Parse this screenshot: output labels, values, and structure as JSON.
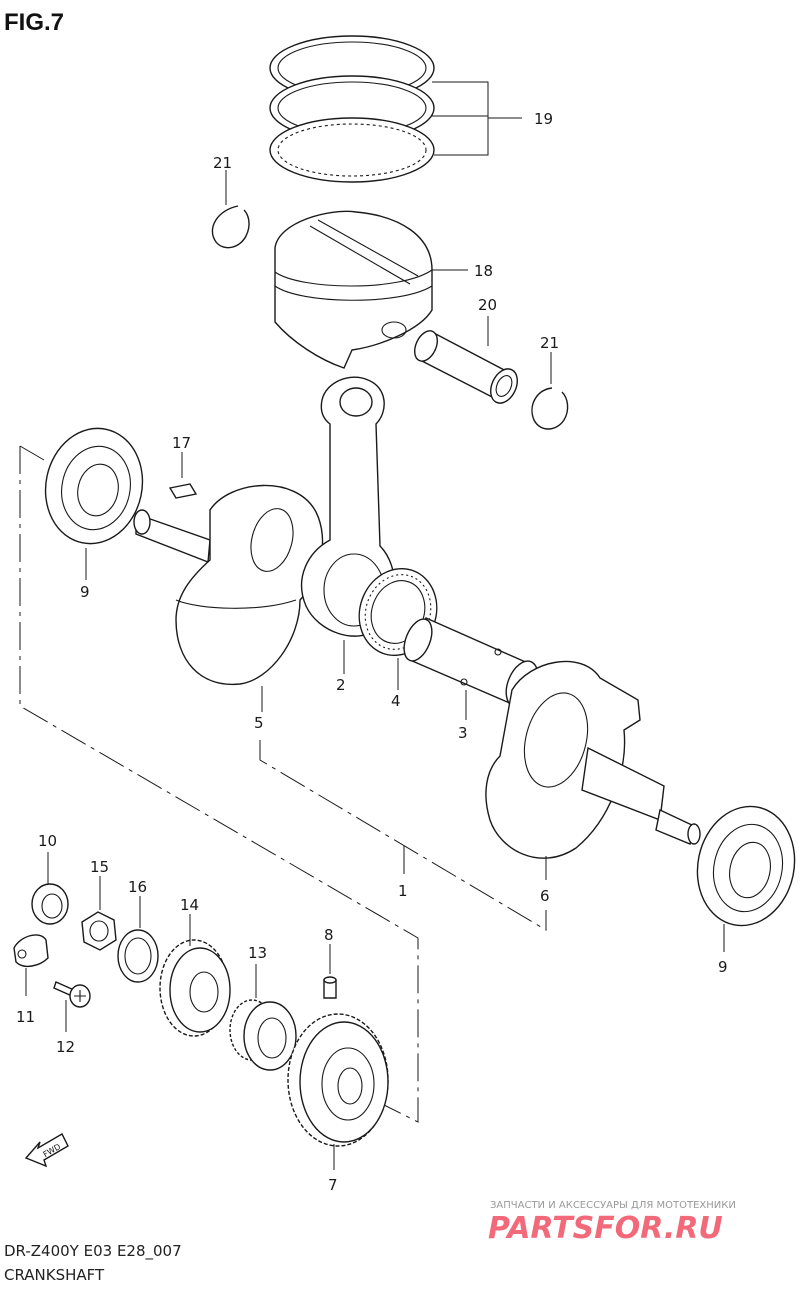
{
  "figure": {
    "title": "FIG.7",
    "model_code": "DR-Z400Y  E03  E28_007",
    "caption": "CRANKSHAFT"
  },
  "callouts": {
    "c1": "1",
    "c2": "2",
    "c3": "3",
    "c4": "4",
    "c5": "5",
    "c6": "6",
    "c7": "7",
    "c8": "8",
    "c9a": "9",
    "c9b": "9",
    "c10": "10",
    "c11": "11",
    "c12": "12",
    "c13": "13",
    "c14": "14",
    "c15": "15",
    "c16": "16",
    "c17": "17",
    "c18": "18",
    "c19": "19",
    "c20": "20",
    "c21a": "21",
    "c21b": "21"
  },
  "fwd_arrow": {
    "label": "FWD"
  },
  "watermark": {
    "tagline": "ЗАПЧАСТИ И АКСЕССУАРЫ ДЛЯ МОТОТЕХНИКИ",
    "brand": "PARTSFOR.RU",
    "color": "#f26a7a"
  }
}
